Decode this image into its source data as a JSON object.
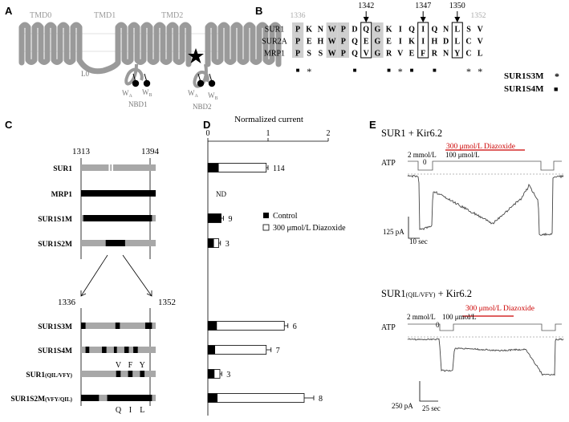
{
  "panels": {
    "a": "A",
    "b": "B",
    "c": "C",
    "d": "D",
    "e": "E"
  },
  "panel_a": {
    "tmd0": "TMD0",
    "tmd1": "TMD1",
    "tmd2": "TMD2",
    "l0": "L0",
    "wa1": "W",
    "wa1_sub": "A",
    "wb1": "W",
    "wb1_sub": "B",
    "wa2": "W",
    "wa2_sub": "A",
    "wb2": "W",
    "wb2_sub": "B",
    "nbd1": "NBD1",
    "nbd2": "NBD2"
  },
  "panel_b": {
    "pos_start": "1336",
    "pos_end": "1352",
    "arrows": [
      "1342",
      "1347",
      "1350"
    ],
    "rows": [
      {
        "name": "SUR1",
        "residues": [
          "P",
          "K",
          "N",
          "W",
          "P",
          "D",
          "Q",
          "G",
          "K",
          "I",
          "Q",
          "I",
          "Q",
          "N",
          "L",
          "S",
          "V"
        ]
      },
      {
        "name": "SUR2A",
        "residues": [
          "P",
          "E",
          "H",
          "W",
          "P",
          "Q",
          "E",
          "G",
          "E",
          "I",
          "K",
          "I",
          "H",
          "D",
          "L",
          "C",
          "V"
        ]
      },
      {
        "name": "MRP1",
        "residues": [
          "P",
          "S",
          "S",
          "W",
          "P",
          "Q",
          "V",
          "G",
          "R",
          "V",
          "E",
          "F",
          "R",
          "N",
          "Y",
          "C",
          "L"
        ]
      }
    ],
    "marks": [
      "■",
      "*",
      "",
      "",
      "",
      "■",
      "",
      "",
      "■",
      "*",
      "■",
      "",
      "■",
      "",
      "",
      "*",
      "*"
    ],
    "legend_s3": "SUR1S3M",
    "legend_s3_sym": "*",
    "legend_s4": "SUR1S4M",
    "legend_s4_sym": "■"
  },
  "panel_c": {
    "pos_top_left": "1313",
    "pos_top_right": "1394",
    "pos_bottom_left": "1336",
    "pos_bottom_right": "1352",
    "constructs": [
      {
        "name": "SUR1"
      },
      {
        "name": "MRP1"
      },
      {
        "name": "SUR1S1M"
      },
      {
        "name": "SUR1S2M"
      },
      {
        "name": "SUR1S3M"
      },
      {
        "name": "SUR1S4M"
      },
      {
        "name": "SUR1",
        "sub": "(QIL/VFY)"
      },
      {
        "name": "SUR1S2M",
        "sub": "(VFY/QIL)"
      }
    ],
    "mut_letters_top": [
      "V",
      "F",
      "Y"
    ],
    "mut_letters_bottom": [
      "Q",
      "I",
      "L"
    ]
  },
  "panel_d": {
    "title": "Normalized current",
    "legend_control": "Control",
    "legend_diazoxide": "300 μmol/L Diazoxide",
    "nd_label": "ND"
  },
  "chart_data": {
    "type": "bar",
    "title": "Normalized current",
    "orientation": "horizontal",
    "xlim": [
      0,
      2
    ],
    "xticks": [
      "0",
      "1",
      "2"
    ],
    "categories": [
      "SUR1",
      "MRP1",
      "SUR1S1M",
      "SUR1S2M",
      "SUR1S3M",
      "SUR1S4M",
      "SUR1(QIL/VFY)",
      "SUR1S2M(VFY/QIL)"
    ],
    "series": [
      {
        "name": "Control",
        "color": "#000000",
        "values": [
          0.18,
          null,
          0.22,
          0.1,
          0.15,
          0.12,
          0.11,
          0.16
        ]
      },
      {
        "name": "300 μmol/L Diazoxide",
        "color": "#ffffff",
        "values": [
          0.97,
          null,
          0.22,
          0.18,
          1.27,
          0.97,
          0.2,
          1.6
        ]
      }
    ],
    "errors": [
      0.03,
      null,
      0.04,
      0.03,
      0.06,
      0.08,
      0.03,
      0.16
    ],
    "n_labels": [
      "114",
      "ND",
      "9",
      "3",
      "6",
      "7",
      "3",
      "8"
    ]
  },
  "panel_e": {
    "title1": "SUR1 + Kir6.2",
    "title2_main": "SUR1",
    "title2_sub": "(QIL/VFY)",
    "title2_tail": " + Kir6.2",
    "diazoxide1": "300 μmol/L Diazoxide",
    "diazoxide2": "300 μmol/L Diazoxide",
    "atp1": "ATP",
    "atp2": "ATP",
    "conc2mm_1": "2 mmol/L",
    "conc0_1": "0",
    "conc100_1": "100 μmol/L",
    "conc2mm_2": "2 mmol/L",
    "conc0_2": "0",
    "conc100_2": "100 μmol/L",
    "scale_i1": "125 pA",
    "scale_t1": "10 sec",
    "scale_i2": "250 pA",
    "scale_t2": "25 sec",
    "accent": "#cc0000"
  }
}
